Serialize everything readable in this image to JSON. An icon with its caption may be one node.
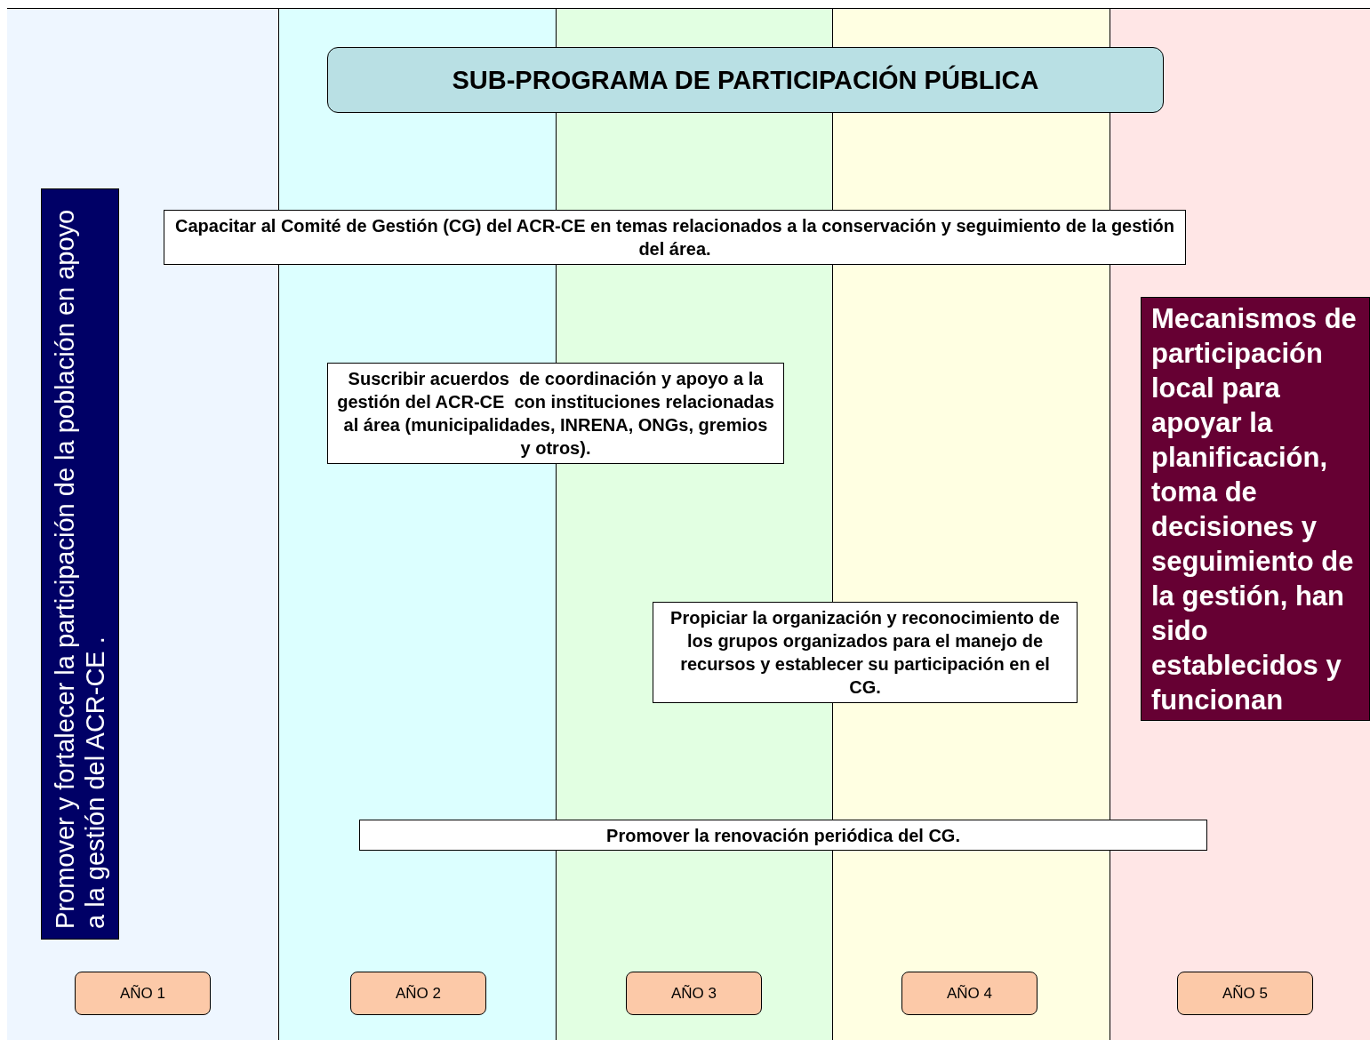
{
  "diagram": {
    "nodes": [
      {
        "text": [
          "SUB-PROGRAMA DE PARTICIPACIÓN PÚBLICA"
        ]
      },
      {
        "text": [
          "Promover y fortalecer la participación de la población en apoyo a la gestión del ACR-CE ."
        ]
      },
      {
        "text": [
          "Capacitar al Comité de Gestión (CG) del ACR-CE en temas relacionados a la conservación y seguimiento de la gestión del área."
        ]
      },
      {
        "text": [
          "Suscribir acuerdos  de coordinación y apoyo a la gestión del ACR-CE  con instituciones relacionadas al área (municipalidades, INRENA, ONGs, gremios y otros)."
        ]
      },
      {
        "text": [
          "Propiciar la organización y reconocimiento de los grupos organizados para el manejo de recursos y establecer su participación en el CG."
        ]
      },
      {
        "text": [
          "Mecanismos de participación local para apoyar la planificación, toma de decisiones y seguimiento de la gestión, han sido establecidos y funcionan"
        ]
      },
      {
        "text": [
          "Promover la renovación periódica del CG."
        ]
      },
      {
        "text": [
          "AÑO 1"
        ]
      },
      {
        "text": [
          "AÑO 2"
        ]
      },
      {
        "text": [
          "AÑO 3"
        ]
      },
      {
        "text": [
          "AÑO 4"
        ]
      },
      {
        "text": [
          "AÑO 5"
        ]
      }
    ]
  }
}
